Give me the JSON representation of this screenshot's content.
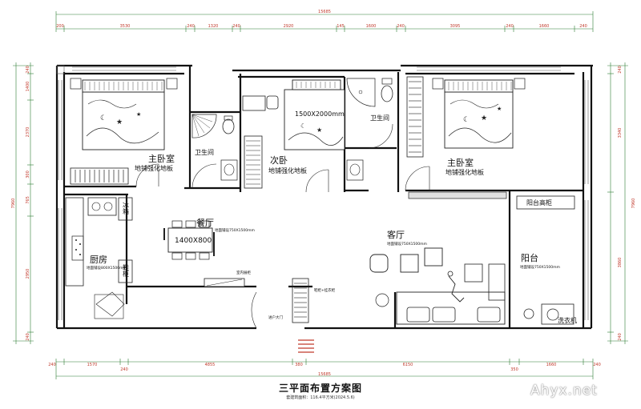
{
  "title": "三平面布置方案图",
  "subtitle": "套建筑面积：116.4平方米(2024.5.6)",
  "watermark": "Ahyx.net",
  "dims": {
    "top_total": "15685",
    "top": [
      "200",
      "3530",
      "240",
      "1320",
      "240",
      "2920",
      "145",
      "1600",
      "240",
      "3095",
      "240",
      "1660",
      "240"
    ],
    "bottom_total": "15685",
    "bottom": [
      "240",
      "1570",
      "240",
      "4855",
      "380",
      "6150",
      "350",
      "1660",
      "240"
    ],
    "left_total": "7960",
    "left": [
      "240",
      "1400",
      "2370",
      "300",
      "765",
      "2950",
      "240"
    ],
    "right_total": "7960",
    "right": [
      "240",
      "3340",
      "3860",
      "240"
    ]
  },
  "rooms": {
    "master1": "主卧室",
    "master1_floor": "地铺强化地板",
    "bath1": "卫生间",
    "second": "次卧",
    "second_floor": "地铺强化地板",
    "bed_size": "1500X2000mm",
    "bath2": "卫生间",
    "master2": "主卧室",
    "master2_floor": "地铺强化地板",
    "dining": "餐厅",
    "dining_floor": "地面铺设750X1500mm",
    "table_size": "1400X800",
    "kitchen": "厨房",
    "kitchen_floor": "地面铺设800X1500mm",
    "living": "客厅",
    "living_floor": "地面铺设750X1500mm",
    "balcony": "阳台",
    "balcony_floor": "地面铺设750X1500mm",
    "balcony_cabinet": "阳台高柜",
    "washer": "洗衣机",
    "fridge": "冰箱",
    "cabinet_a": "鞋柜",
    "cabinet_b": "鞋柜",
    "shelf_note": "室内展柜",
    "shoe_note": "鞋柜+挂衣柜",
    "door_note": "进户大门"
  }
}
